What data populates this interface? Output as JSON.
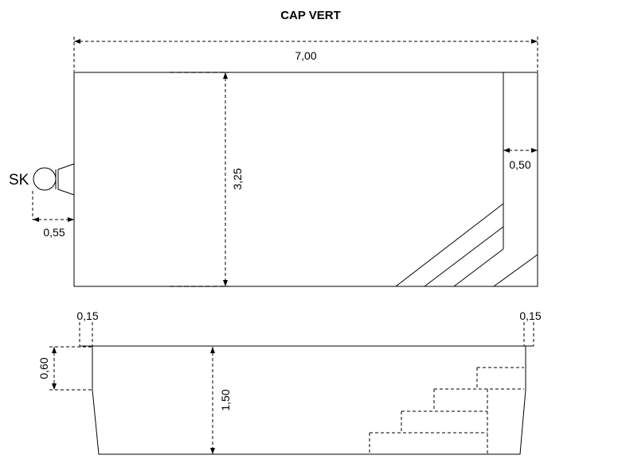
{
  "title": "CAP VERT",
  "plan_view": {
    "length_label": "7,00",
    "width_label": "3,25",
    "stair_offset_label": "0,50",
    "skimmer_offset_label": "0,55",
    "skimmer_label": "SK"
  },
  "section_view": {
    "left_wall_label": "0,15",
    "right_wall_label": "0,15",
    "shallow_depth_label": "0,60",
    "depth_label": "1,50"
  }
}
